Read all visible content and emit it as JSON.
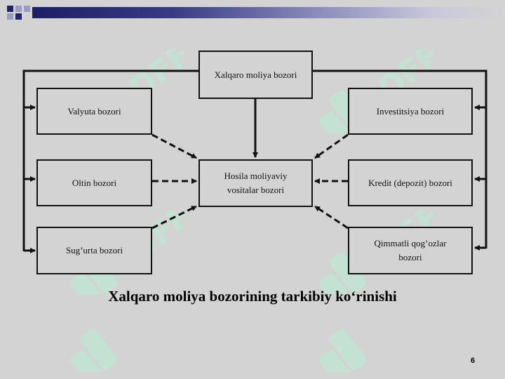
{
  "diagram": {
    "nodes": {
      "top": "Xalqaro moliya bozori",
      "center_line1": "Hosila moliyaviy",
      "center_line2": "vositalar bozori",
      "left_1": "Valyuta bozori",
      "left_2": "Oltin bozori",
      "left_3": "Sug’urta bozori",
      "right_1": "Investitsiya bozori",
      "right_2": "Kredit (depozit) bozori",
      "right_3_line1": "Qimmatli qog’ozlar",
      "right_3_line2": "bozori"
    },
    "edges": [
      {
        "from": "top",
        "to": "center",
        "style": "solid"
      },
      {
        "from": "top",
        "to": "left_1",
        "style": "solid"
      },
      {
        "from": "top",
        "to": "left_2",
        "style": "solid"
      },
      {
        "from": "top",
        "to": "left_3",
        "style": "solid"
      },
      {
        "from": "top",
        "to": "right_1",
        "style": "solid"
      },
      {
        "from": "top",
        "to": "right_2",
        "style": "solid"
      },
      {
        "from": "top",
        "to": "right_3",
        "style": "solid"
      },
      {
        "from": "left_1",
        "to": "center",
        "style": "dashed"
      },
      {
        "from": "left_2",
        "to": "center",
        "style": "dashed"
      },
      {
        "from": "left_3",
        "to": "center",
        "style": "dashed"
      },
      {
        "from": "right_1",
        "to": "center",
        "style": "dashed"
      },
      {
        "from": "right_2",
        "to": "center",
        "style": "dashed"
      },
      {
        "from": "right_3",
        "to": "center",
        "style": "dashed"
      }
    ]
  },
  "caption": "Xalqaro moliya bozorining tarkibiy ko‘rinishi",
  "page_number": "6",
  "watermark": "SOFF",
  "colors": {
    "background": "#d3d3d3",
    "header_dark": "#23236b",
    "watermark": "#b9f0d4"
  }
}
